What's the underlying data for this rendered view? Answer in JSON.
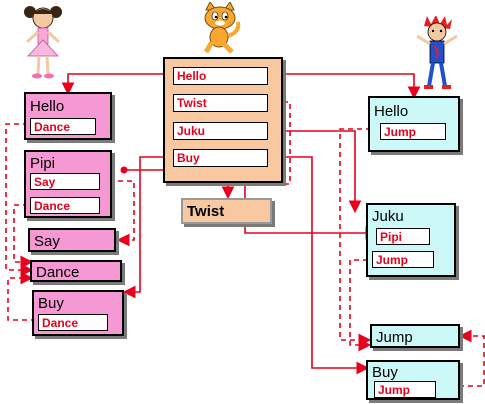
{
  "colors": {
    "wire": "#e8001c",
    "pink_block": "#f598d4",
    "cyan_block": "#cdf8f8",
    "peach_block": "#f8c8a0",
    "main_block": "#f8c8a0"
  },
  "icons": {
    "ballerina": "ballerina-sprite-icon",
    "cat": "scratch-cat-icon",
    "boy": "spiky-hair-boy-icon"
  },
  "main_block": {
    "slots": [
      "Hello",
      "Twist",
      "Juku",
      "Buy"
    ]
  },
  "twist_block": {
    "title": "Twist"
  },
  "left": {
    "hello": {
      "title": "Hello",
      "slot": "Dance"
    },
    "pipi": {
      "title": "Pipi",
      "slots": [
        "Say",
        "Dance"
      ]
    },
    "say": {
      "title": "Say"
    },
    "dance": {
      "title": "Dance"
    },
    "buy": {
      "title": "Buy",
      "slot": "Dance"
    }
  },
  "right": {
    "hello": {
      "title": "Hello",
      "slot": "Jump"
    },
    "juku": {
      "title": "Juku",
      "slots": [
        "Pipi",
        "Jump"
      ]
    },
    "jump": {
      "title": "Jump"
    },
    "buy": {
      "title": "Buy",
      "slot": "Jump"
    }
  }
}
